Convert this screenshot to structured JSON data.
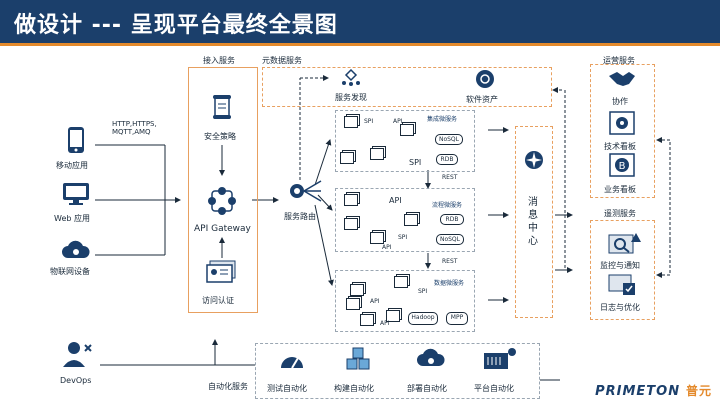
{
  "title": "做设计 --- 呈现平台最终全景图",
  "clients": {
    "protocols": "HTTP,HTTPS,\nMQTT,AMQ",
    "mobile": "移动应用",
    "web": "Web 应用",
    "iot": "物联网设备",
    "devops": "DevOps"
  },
  "access": {
    "title": "接入服务",
    "security": "安全策略",
    "gateway": "API Gateway",
    "auth": "访问认证"
  },
  "meta": {
    "title": "元数据服务",
    "discovery": "服务发现",
    "assets": "软件资产"
  },
  "routing": "服务路由",
  "integration": {
    "title": "集成微服务",
    "spi": "SPI",
    "api": "API",
    "nosql": "NoSQL",
    "rdb": "RDB",
    "spi2": "SPI"
  },
  "process": {
    "title": "流程微服务",
    "api": "API",
    "rdb": "RDB",
    "nosql": "NoSQL",
    "spi": "SPI",
    "api2": "API"
  },
  "data": {
    "title": "数据微服务",
    "spi": "SPI",
    "api": "API",
    "api2": "API",
    "hadoop": "Hadoop",
    "mpp": "MPP"
  },
  "rest1": "REST",
  "rest2": "REST",
  "mq": "消\n息\n中\n心",
  "ops": {
    "title": "运营服务",
    "collab": "协作",
    "tech": "技术看板",
    "biz": "业务看板"
  },
  "telemetry": {
    "title": "遥测服务",
    "monitor": "监控与通知",
    "log": "日志与优化"
  },
  "automation": {
    "title": "自动化服务",
    "test": "测试自动化",
    "build": "构建自动化",
    "deploy": "部署自动化",
    "platform": "平台自动化"
  },
  "brand": {
    "name": "PRIMETON",
    "cn": "普元"
  },
  "colors": {
    "header": "#1b3f6b",
    "accent": "#e48a2c",
    "icon": "#1b3f6b"
  }
}
